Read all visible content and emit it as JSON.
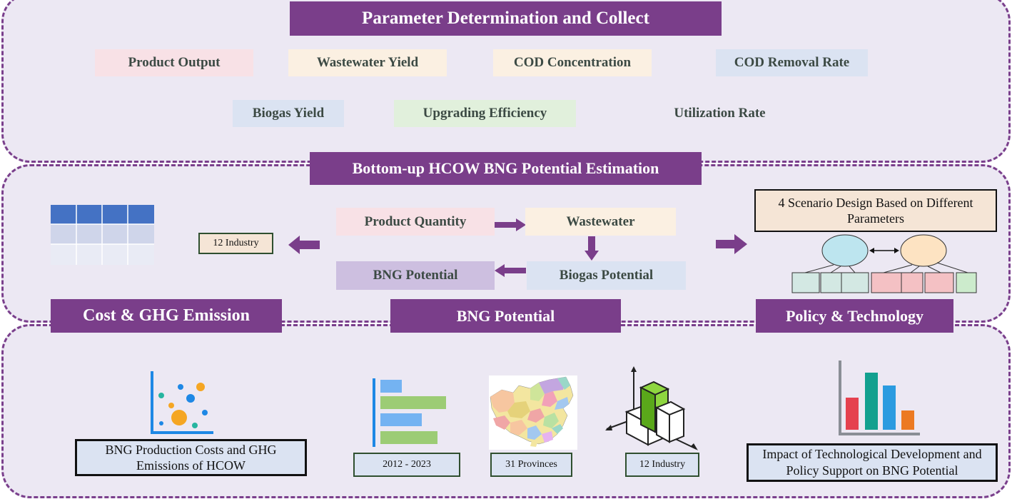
{
  "sections": {
    "param": {
      "title": "Parameter Determination and Collect",
      "items": [
        {
          "label": "Product Output",
          "color": "#f8e1e6"
        },
        {
          "label": "Wastewater Yield",
          "color": "#fbf0e2"
        },
        {
          "label": "COD Concentration",
          "color": "#fbf0e2"
        },
        {
          "label": "COD Removal Rate",
          "color": "#dbe3f2"
        },
        {
          "label": "Biogas Yield",
          "color": "#dbe3f2"
        },
        {
          "label": "Upgrading Efficiency",
          "color": "#e1f0dc"
        },
        {
          "label": "Utilization Rate",
          "color": "#ece8f3"
        }
      ]
    },
    "estimation": {
      "title": "Bottom-up HCOW BNG Potential Estimation",
      "industry_label": "12 Industry",
      "product_quantity": "Product Quantity",
      "wastewater": "Wastewater",
      "biogas_potential": "Biogas Potential",
      "bng_potential": "BNG Potential",
      "scenario_label": "4 Scenario Design Based on Different Parameters"
    },
    "outputs": {
      "cost_title": "Cost & GHG Emission",
      "bng_title": "BNG Potential",
      "policy_title": "Policy & Technology",
      "cost_box": "BNG Production Costs and GHG Emissions of HCOW",
      "years_label": "2012 - 2023",
      "provinces_label": "31 Provinces",
      "industry_label": "12 Industry",
      "impact_box": "Impact of Technological Development and Policy Support on BNG Potential"
    }
  },
  "colors": {
    "accent": "#7a3e8a",
    "border": "#7a3f8c",
    "section_bg": "#ece8f3",
    "table_header": "#4472c4"
  },
  "icons": [
    "table-icon",
    "scatter-chart-icon",
    "bar-chart-icon",
    "china-map-icon",
    "3d-bar-icon",
    "column-chart-icon",
    "scenario-tree-icon"
  ]
}
